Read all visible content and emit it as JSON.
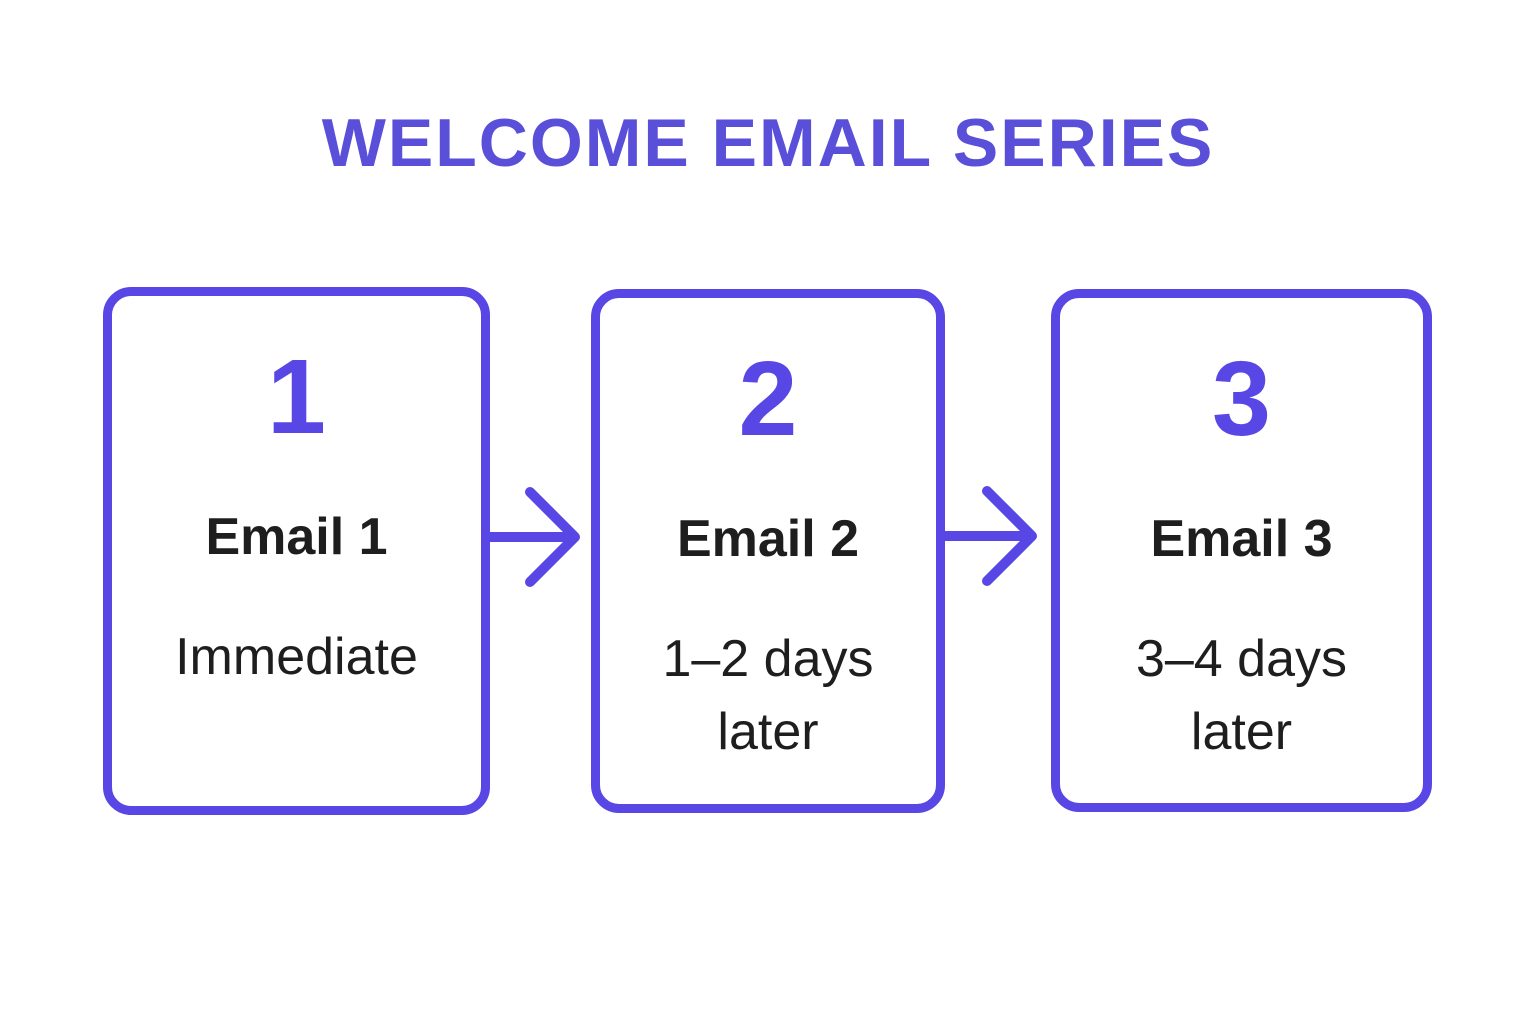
{
  "title": "WELCOME EMAIL SERIES",
  "colors": {
    "accent": "#5847e5",
    "title": "#5a4fd9",
    "text": "#1e1e1e",
    "background": "#ffffff"
  },
  "steps": [
    {
      "number": "1",
      "label": "Email 1",
      "timing": "Immediate"
    },
    {
      "number": "2",
      "label": "Email 2",
      "timing": "1–2 days later"
    },
    {
      "number": "3",
      "label": "Email 3",
      "timing": "3–4 days later"
    }
  ],
  "arrow_icon": "arrow-right-icon"
}
